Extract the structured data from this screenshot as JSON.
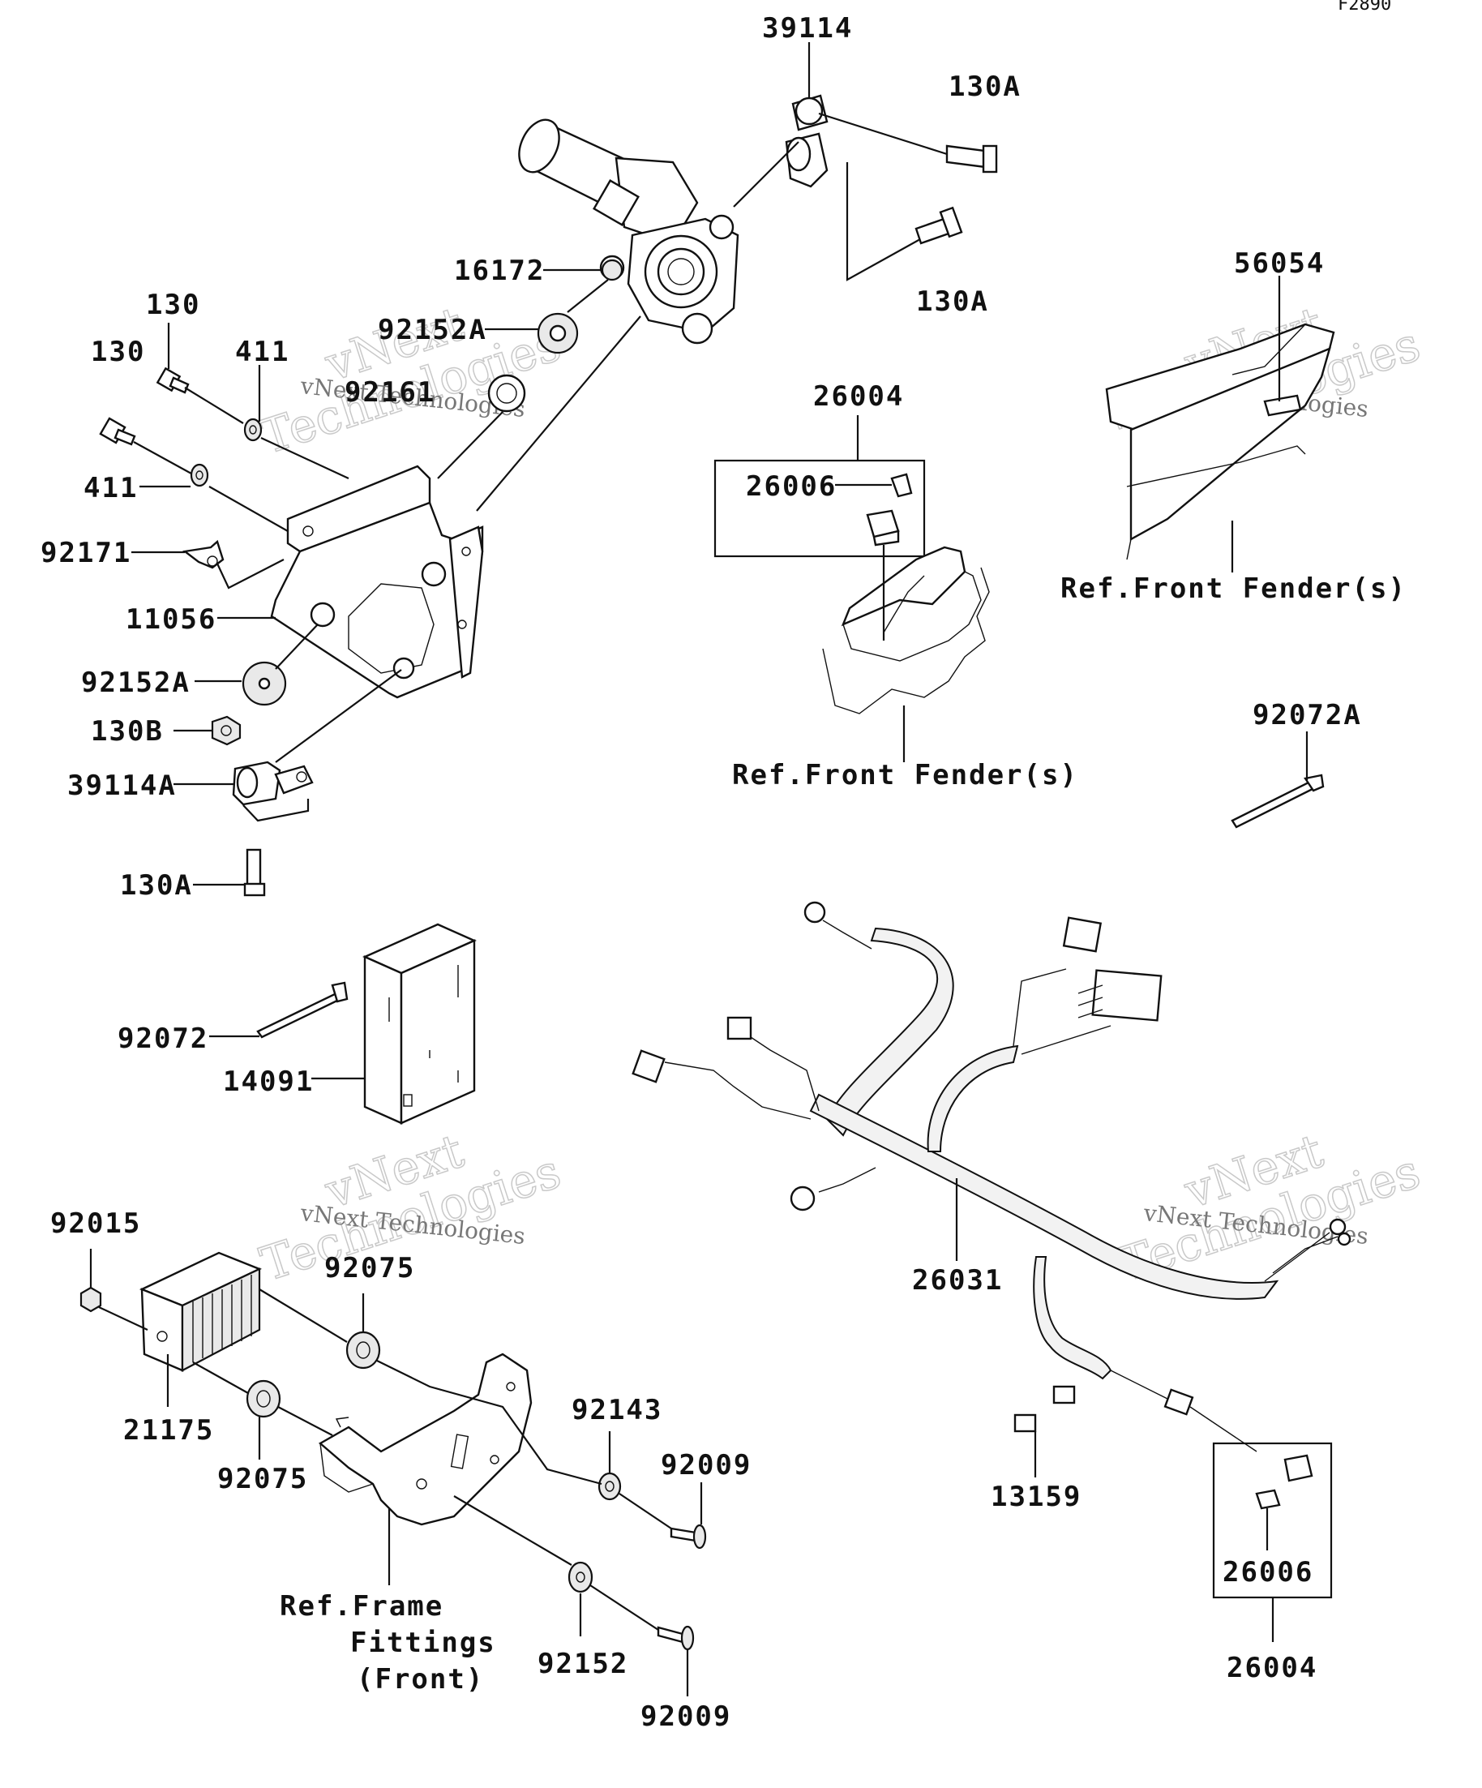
{
  "diagram_code": "F2890",
  "watermark": {
    "big": "vNext",
    "big2": "Technologies",
    "small": "vNext Technologies"
  },
  "labels": {
    "p39114": "39114",
    "p130A_1": "130A",
    "p130A_2": "130A",
    "p16172": "16172",
    "p92152A_1": "92152A",
    "p92161": "92161",
    "p130_1": "130",
    "p130_2": "130",
    "p411_1": "411",
    "p411_2": "411",
    "p92171": "92171",
    "p11056": "11056",
    "p92152A_2": "92152A",
    "p130B": "130B",
    "p39114A": "39114A",
    "p130A_3": "130A",
    "p26004_1": "26004",
    "p26006_1": "26006",
    "ref_front_fender_1": "Ref.Front Fender(s)",
    "p56054": "56054",
    "ref_front_fender_2": "Ref.Front Fender(s)",
    "p92072A": "92072A",
    "p92072": "92072",
    "p14091": "14091",
    "p92015": "92015",
    "p92075_1": "92075",
    "p21175": "21175",
    "p92075_2": "92075",
    "p92143": "92143",
    "p92009_1": "92009",
    "ref_frame_1": "Ref.Frame",
    "ref_frame_2": "Fittings",
    "ref_frame_3": "(Front)",
    "p92152": "92152",
    "p92009_2": "92009",
    "p26031": "26031",
    "p13159": "13159",
    "p26006_2": "26006",
    "p26004_2": "26004"
  }
}
